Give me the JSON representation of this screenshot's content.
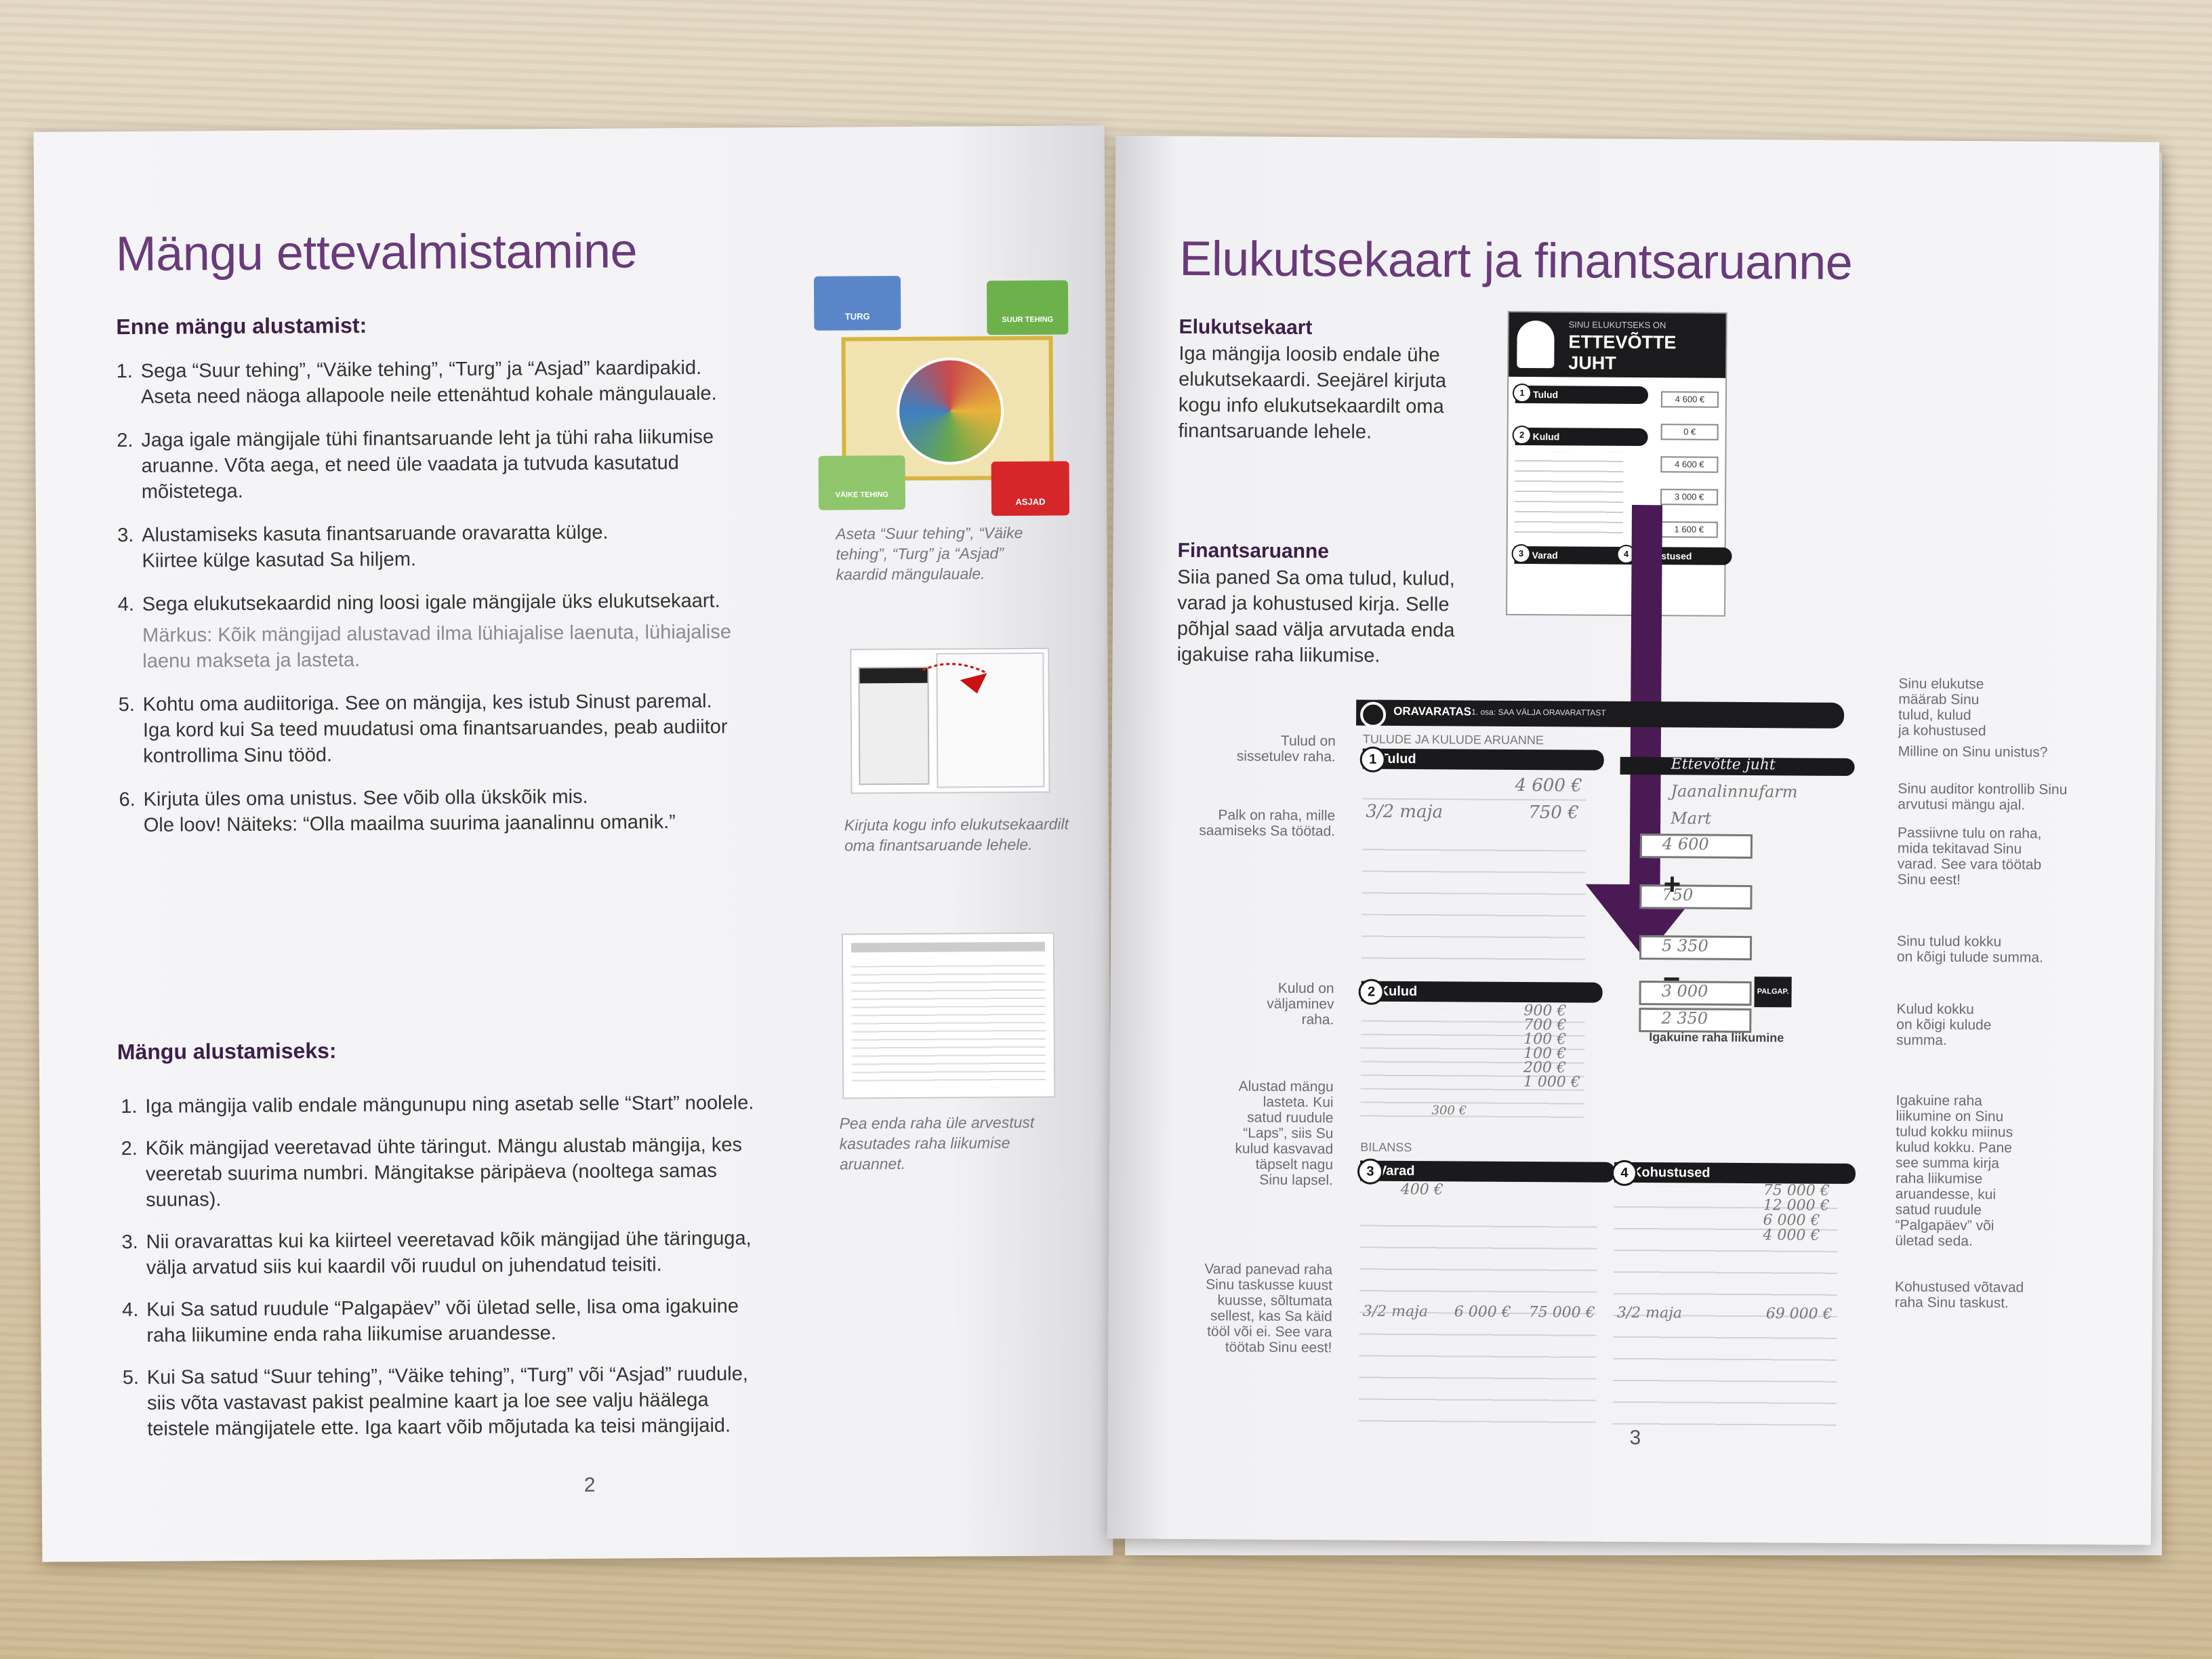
{
  "left": {
    "title": "Mängu ettevalmistamine",
    "sub1": "Enne mängu alustamist:",
    "steps1": [
      {
        "n": "1.",
        "lines": [
          "Sega “Suur tehing”, “Väike tehing”, “Turg” ja “Asjad” kaardipakid.",
          "Aseta need näoga allapoole neile ettenähtud kohale mängulauale."
        ]
      },
      {
        "n": "2.",
        "lines": [
          "Jaga igale mängijale tühi finantsaruande leht ja tühi raha liikumise",
          "aruanne. Võta aega, et need üle vaadata ja tutvuda kasutatud",
          "mõistetega."
        ]
      },
      {
        "n": "3.",
        "lines": [
          "Alustamiseks kasuta finantsaruande oravaratta külge.",
          "Kiirtee külge kasutad Sa hiljem."
        ]
      },
      {
        "n": "4.",
        "lines": [
          "Sega elukutsekaardid ning loosi igale mängijale üks elukutsekaart."
        ]
      },
      {
        "n": "5.",
        "lines": [
          "Kohtu oma audiitoriga. See on mängija, kes istub Sinust paremal.",
          "Iga kord kui Sa teed muudatusi oma finantsaruandes, peab audiitor",
          "kontrollima Sinu tööd."
        ]
      },
      {
        "n": "6.",
        "lines": [
          "Kirjuta üles oma unistus. See võib olla ükskõik mis.",
          "Ole loov! Näiteks: “Olla maailma suurima jaanalinnu omanik.”"
        ]
      }
    ],
    "note": [
      "Märkus: Kõik mängijad alustavad ilma lühiajalise laenuta, lühiajalise",
      "laenu makseta ja lasteta."
    ],
    "sub2": "Mängu alustamiseks:",
    "steps2": [
      {
        "n": "1.",
        "lines": [
          "Iga mängija valib endale mängunupu ning asetab selle “Start” noolele."
        ]
      },
      {
        "n": "2.",
        "lines": [
          "Kõik mängijad veeretavad ühte täringut. Mängu alustab mängija, kes",
          "veeretab suurima numbri. Mängitakse päripäeva (nooltega samas",
          "suunas)."
        ]
      },
      {
        "n": "3.",
        "lines": [
          "Nii oravarattas kui ka kiirteel veeretavad kõik mängijad ühe täringuga,",
          "välja arvatud siis kui kaardil või ruudul on juhendatud teisiti."
        ]
      },
      {
        "n": "4.",
        "lines": [
          "Kui Sa satud ruudule “Palgapäev” või ületad selle, lisa oma igakuine",
          "raha liikumine enda raha liikumise aruandesse."
        ]
      },
      {
        "n": "5.",
        "lines": [
          "Kui Sa satud “Suur tehing”, “Väike tehing”, “Turg” või “Asjad” ruudule,",
          "siis võta vastavast pakist pealmine kaart ja loe see valju häälega",
          "teistele mängijatele ette. Iga kaart võib mõjutada ka teisi mängijaid."
        ]
      }
    ],
    "captions": [
      [
        "Aseta “Suur tehing”, “Väike",
        "tehing”, “Turg” ja “Asjad”",
        "kaardid mängulauale."
      ],
      [
        "Kirjuta kogu info elukutsekaardilt",
        "oma finantsaruande lehele."
      ],
      [
        "Pea enda raha üle arvestust",
        "kasutades raha liikumise",
        "aruannet."
      ]
    ],
    "cards": {
      "turg": "TURG",
      "suur": "SUUR TEHING",
      "vaike": "VÄIKE TEHING",
      "asjad": "ASJAD"
    },
    "page_number": "2"
  },
  "right": {
    "title": "Elukutsekaart ja finantsaruanne",
    "sec1_title": "Elukutsekaart",
    "sec1_body": [
      "Iga mängija loosib endale ühe",
      "elukutsekaardi. Seejärel kirjuta",
      "kogu info elukutsekaardilt oma",
      "finantsaruande lehele."
    ],
    "sec2_title": "Finantsaruanne",
    "sec2_body": [
      "Siia paned Sa oma tulud, kulud,",
      "varad ja kohustused kirja. Selle",
      "põhjal saad välja arvutada enda",
      "igakuise raha liikumise."
    ],
    "card": {
      "top": "SINU ELUKUTSEKS ON",
      "job": "ETTEVÕTTE JUHT",
      "tulud": "Tulud",
      "kulud": "Kulud",
      "varad": "Varad",
      "kohustused": "Kohustused",
      "values": [
        "4 600 €",
        "0 €",
        "4 600 €",
        "3 000 €",
        "1 600 €"
      ]
    },
    "sheet": {
      "header": "ORAVARATAS",
      "header_small": "1. osa: SAA VÄLJA ORAVARATTAST",
      "subheader": "TULUDE JA KULUDE ARUANNE",
      "tulud": "Tulud",
      "kulud": "Kulud",
      "bilanss": "BILANSS",
      "varad": "Varad",
      "kohustused": "Kohustused",
      "hand": {
        "palk": "4 600 €",
        "kinnisvara": "3/2 maja",
        "kinnisvara_val": "750 €",
        "elukutse": "Ettevõtte juht",
        "unistus": "Jaanalinnufarm",
        "audiitor": "Mart",
        "kulud_vals": [
          "900 €",
          "700 €",
          "100 €",
          "100 €",
          "200 €",
          "1 000 €"
        ],
        "lapsed": "300 €",
        "varad_saast": "400 €",
        "varad_maja": "3/2 maja",
        "varad_vals": [
          "6 000 €",
          "75 000 €"
        ],
        "koh_vals": [
          "75 000 €",
          "12 000 €",
          "6 000 €",
          "4 000 €"
        ],
        "koh_maja": "3/2 maja",
        "koh_maja_val": "69 000 €"
      },
      "calc": [
        "4 600",
        "750",
        "5 350",
        "3 000",
        "2 350"
      ],
      "igakuine": "Igakuine raha liikumine",
      "palgap": "PALGAP."
    },
    "annotations_left": [
      [
        "Tulud on",
        "sissetulev raha."
      ],
      [
        "Palk on raha, mille",
        "saamiseks Sa töötad."
      ],
      [
        "Kulud on",
        "väljaminev",
        "raha."
      ],
      [
        "Alustad mängu",
        "lasteta. Kui",
        "satud ruudule",
        "“Laps”, siis Su",
        "kulud kasvavad",
        "täpselt nagu",
        "Sinu lapsel."
      ],
      [
        "Varad panevad raha",
        "Sinu taskusse kuust",
        "kuusse, sõltumata",
        "sellest, kas Sa käid",
        "tööl või ei. See vara",
        "töötab Sinu eest!"
      ]
    ],
    "annotations_right": [
      [
        "Sinu elukutse",
        "määrab Sinu",
        "tulud, kulud",
        "ja kohustused"
      ],
      [
        "Milline on Sinu unistus?"
      ],
      [
        "Sinu auditor kontrollib Sinu",
        "arvutusi mängu ajal."
      ],
      [
        "Passiivne tulu on raha,",
        "mida tekitavad Sinu",
        "varad. See vara töötab",
        "Sinu eest!"
      ],
      [
        "Sinu tulud kokku",
        "on kõigi tulude summa."
      ],
      [
        "Kulud kokku",
        "on kõigi kulude",
        "summa."
      ],
      [
        "Igakuine raha",
        "liikumine on Sinu",
        "tulud kokku miinus",
        "kulud kokku. Pane",
        "see summa kirja",
        "raha liikumise",
        "aruandesse, kui",
        "satud ruudule",
        "“Palgapäev” või",
        "ületad seda."
      ],
      [
        "Kohustused võtavad",
        "raha Sinu taskust."
      ]
    ],
    "page_number": "3"
  }
}
